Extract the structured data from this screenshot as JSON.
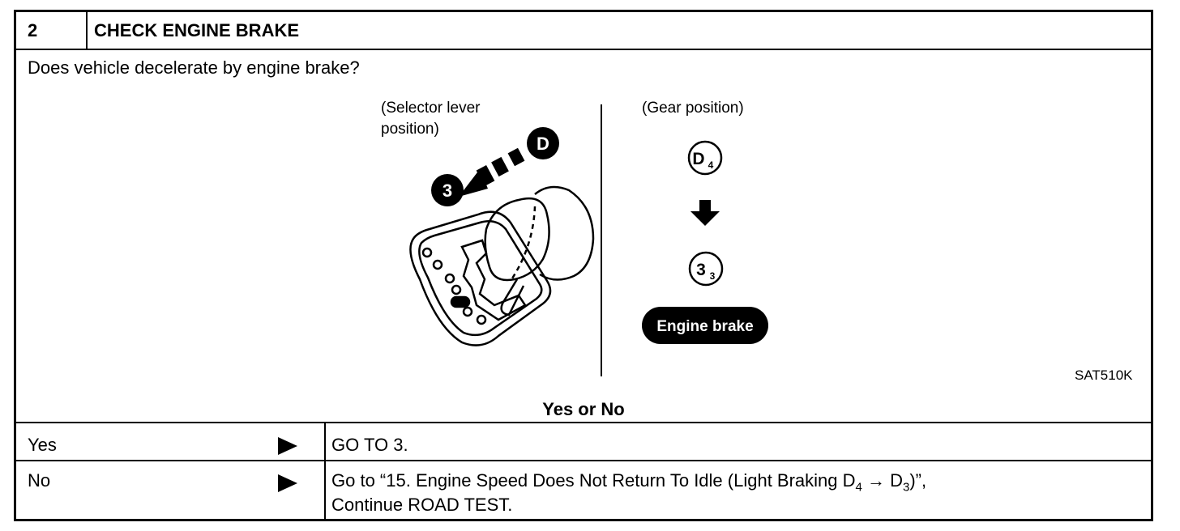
{
  "step": {
    "number": "2",
    "title": "CHECK ENGINE BRAKE"
  },
  "question": "Does vehicle decelerate by engine brake?",
  "figure": {
    "selector_caption_line1": "(Selector lever",
    "selector_caption_line2": "position)",
    "gear_caption": "(Gear position)",
    "badge_from": "D",
    "badge_to": "3",
    "gear_from_main": "D",
    "gear_from_sub": "4",
    "gear_to_main": "3",
    "gear_to_sub": "3",
    "engine_brake_label": "Engine brake",
    "code": "SAT510K"
  },
  "result_header": "Yes or No",
  "rows": [
    {
      "answer": "Yes",
      "action_line1": "GO TO 3.",
      "action_line2": ""
    },
    {
      "answer": "No",
      "action_prefix": "Go to “15. Engine Speed Does Not Return To Idle (Light Braking D",
      "action_sub1": "4",
      "action_arrow": " → D",
      "action_sub2": "3",
      "action_suffix": ")”,",
      "action_line2": "Continue ROAD TEST."
    }
  ]
}
